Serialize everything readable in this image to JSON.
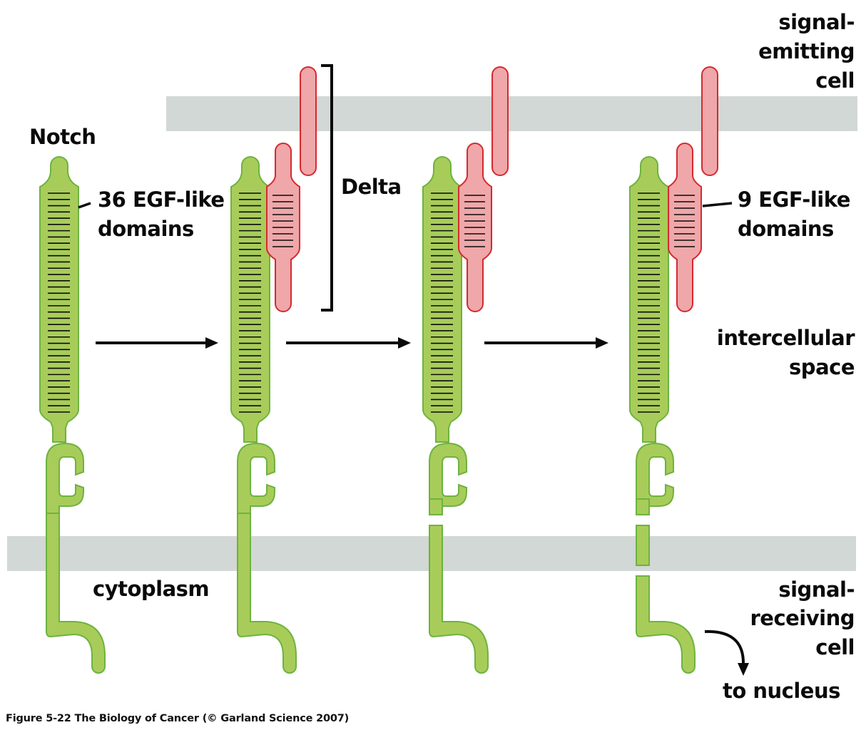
{
  "figure": {
    "labels": {
      "notch": "Notch",
      "notch_domains_line1": "36 EGF-like",
      "notch_domains_line2": "domains",
      "delta": "Delta",
      "delta_domains_line1": "9 EGF-like",
      "delta_domains_line2": "domains",
      "signal_emitting_line1": "signal-",
      "signal_emitting_line2": "emitting",
      "signal_emitting_line3": "cell",
      "intercellular_line1": "intercellular",
      "intercellular_line2": "space",
      "cytoplasm": "cytoplasm",
      "signal_receiving_line1": "signal-",
      "signal_receiving_line2": "receiving",
      "signal_receiving_line3": "cell",
      "to_nucleus": "to nucleus"
    },
    "caption": "Figure 5-22  The Biology of Cancer (© Garland Science 2007)",
    "stages": [
      {
        "name": "unbound",
        "delta_bound": false,
        "cleavage_extracellular": false,
        "cleavage_intramembrane": false
      },
      {
        "name": "delta-bound",
        "delta_bound": true,
        "cleavage_extracellular": false,
        "cleavage_intramembrane": false
      },
      {
        "name": "extracellular-cleavage",
        "delta_bound": true,
        "cleavage_extracellular": true,
        "cleavage_intramembrane": false
      },
      {
        "name": "intramembrane-cleavage",
        "delta_bound": true,
        "cleavage_extracellular": true,
        "cleavage_intramembrane": true
      }
    ],
    "notch_egf_count": 36,
    "delta_egf_count": 9,
    "colors": {
      "notch_fill": "#a8cc5a",
      "notch_stroke": "#6db33f",
      "delta_fill": "#efa7a9",
      "delta_stroke": "#d42a2f",
      "membrane": "#d2d8d5",
      "ink": "#0a0a0a"
    }
  }
}
